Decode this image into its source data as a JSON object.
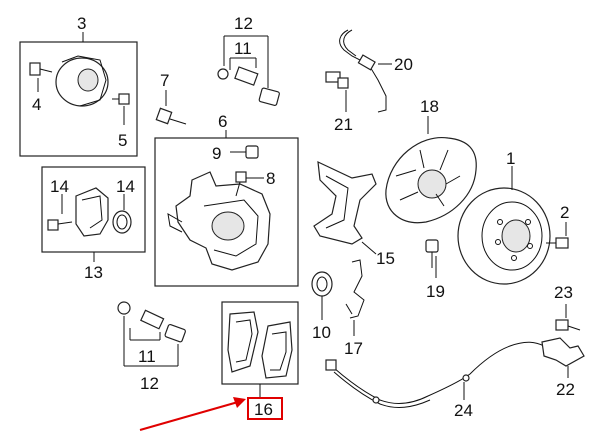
{
  "callouts": {
    "c1": "1",
    "c2": "2",
    "c3": "3",
    "c4": "4",
    "c5": "5",
    "c6": "6",
    "c7": "7",
    "c8": "8",
    "c9": "9",
    "c10": "10",
    "c11a": "11",
    "c11b": "11",
    "c12a": "12",
    "c12b": "12",
    "c13": "13",
    "c14a": "14",
    "c14b": "14",
    "c15": "15",
    "c16": "16",
    "c17": "17",
    "c18": "18",
    "c19": "19",
    "c20": "20",
    "c21": "21",
    "c22": "22",
    "c23": "23",
    "c24": "24"
  },
  "highlight": {
    "target": "16",
    "color": "#e00000"
  },
  "colors": {
    "line": "#111111",
    "background": "#ffffff",
    "accent": "#e00000"
  }
}
